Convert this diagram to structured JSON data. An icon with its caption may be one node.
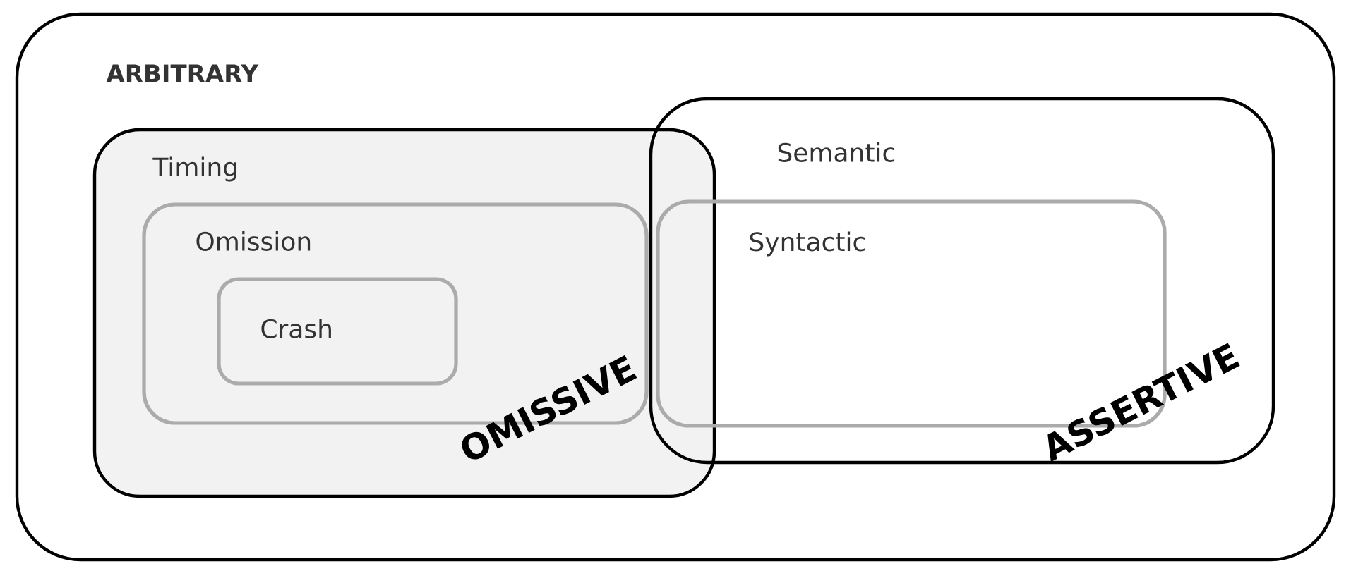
{
  "diagram": {
    "nodes": [
      {
        "text": [
          "ARBITRARY"
        ]
      },
      {
        "text": [
          "Timing"
        ],
        "in": 0
      },
      {
        "text": [
          "Omission"
        ],
        "in": 1
      },
      {
        "text": [
          "Crash"
        ],
        "in": 2
      },
      {
        "text": [
          "Semantic"
        ],
        "in": 0
      },
      {
        "text": [
          "Syntactic"
        ],
        "in": 4
      }
    ],
    "labels": [
      "OMISSIVE",
      "ASSERTIVE"
    ]
  }
}
